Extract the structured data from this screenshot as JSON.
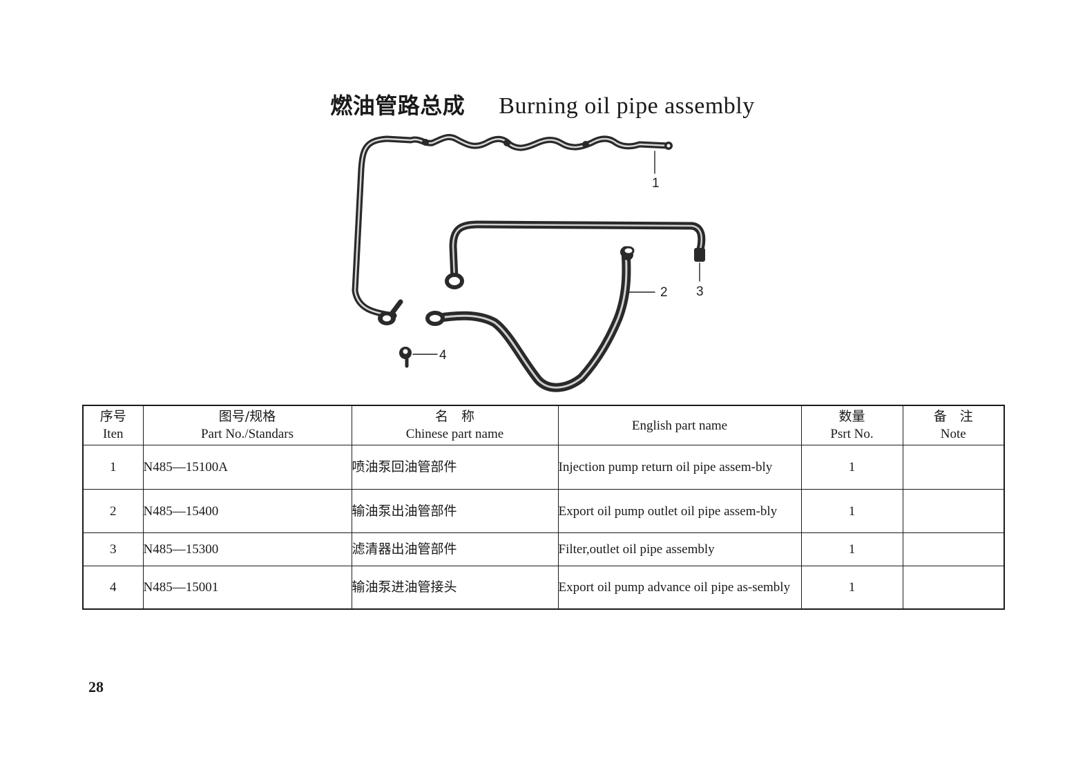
{
  "title": {
    "zh": "燃油管路总成",
    "en": "Burning oil pipe assembly"
  },
  "diagram": {
    "callouts": [
      "1",
      "2",
      "3",
      "4"
    ]
  },
  "table": {
    "headers": {
      "item": {
        "zh": "序号",
        "en": "Iten"
      },
      "part_no": {
        "zh": "图号/规格",
        "en": "Part No./Standars"
      },
      "chinese_name": {
        "zh": "名　称",
        "en": "Chinese part name"
      },
      "english_name": {
        "en": "English part name"
      },
      "qty": {
        "zh": "数量",
        "en": "Psrt No."
      },
      "note": {
        "zh": "备　注",
        "en": "Note"
      }
    },
    "rows": [
      {
        "item": "1",
        "part_no": "N485—15100A",
        "chinese_name": "喷油泵回油管部件",
        "english_name": "Injection pump return oil pipe assem-bly",
        "qty": "1",
        "note": ""
      },
      {
        "item": "2",
        "part_no": "N485—15400",
        "chinese_name": "输油泵出油管部件",
        "english_name": "Export oil pump outlet oil pipe assem-bly",
        "qty": "1",
        "note": ""
      },
      {
        "item": "3",
        "part_no": "N485—15300",
        "chinese_name": "滤清器出油管部件",
        "english_name": "Filter,outlet oil pipe assembly",
        "qty": "1",
        "note": ""
      },
      {
        "item": "4",
        "part_no": "N485—15001",
        "chinese_name": "输油泵进油管接头",
        "english_name": "Export oil pump advance oil pipe as-sembly",
        "qty": "1",
        "note": ""
      }
    ]
  },
  "page_number": "28"
}
